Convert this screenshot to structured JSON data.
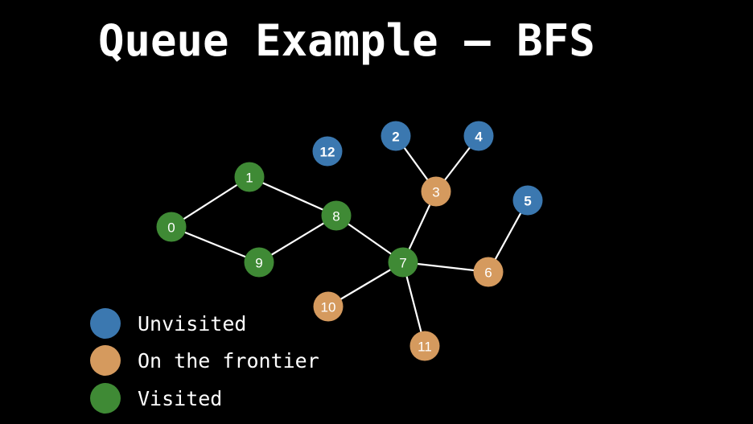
{
  "title": "Queue Example – BFS",
  "colors": {
    "background": "#000000",
    "unvisited": "#3b78b0",
    "frontier": "#d59a5e",
    "visited": "#3f8a35",
    "edge": "#ffffff",
    "text": "#ffffff"
  },
  "graph": {
    "nodes": [
      {
        "id": "0",
        "label": "0",
        "state": "visited"
      },
      {
        "id": "1",
        "label": "1",
        "state": "visited"
      },
      {
        "id": "2",
        "label": "2",
        "state": "unvisited"
      },
      {
        "id": "3",
        "label": "3",
        "state": "frontier"
      },
      {
        "id": "4",
        "label": "4",
        "state": "unvisited"
      },
      {
        "id": "5",
        "label": "5",
        "state": "unvisited"
      },
      {
        "id": "6",
        "label": "6",
        "state": "frontier"
      },
      {
        "id": "7",
        "label": "7",
        "state": "visited"
      },
      {
        "id": "8",
        "label": "8",
        "state": "visited"
      },
      {
        "id": "9",
        "label": "9",
        "state": "visited"
      },
      {
        "id": "10",
        "label": "10",
        "state": "frontier"
      },
      {
        "id": "11",
        "label": "11",
        "state": "frontier"
      },
      {
        "id": "12",
        "label": "12",
        "state": "unvisited"
      }
    ],
    "edges": [
      [
        "0",
        "1"
      ],
      [
        "0",
        "9"
      ],
      [
        "1",
        "8"
      ],
      [
        "9",
        "8"
      ],
      [
        "8",
        "7"
      ],
      [
        "7",
        "3"
      ],
      [
        "3",
        "2"
      ],
      [
        "3",
        "4"
      ],
      [
        "7",
        "6"
      ],
      [
        "6",
        "5"
      ],
      [
        "7",
        "10"
      ],
      [
        "7",
        "11"
      ]
    ]
  },
  "legend": {
    "unvisited": "Unvisited",
    "frontier": "On the frontier",
    "visited": "Visited"
  }
}
